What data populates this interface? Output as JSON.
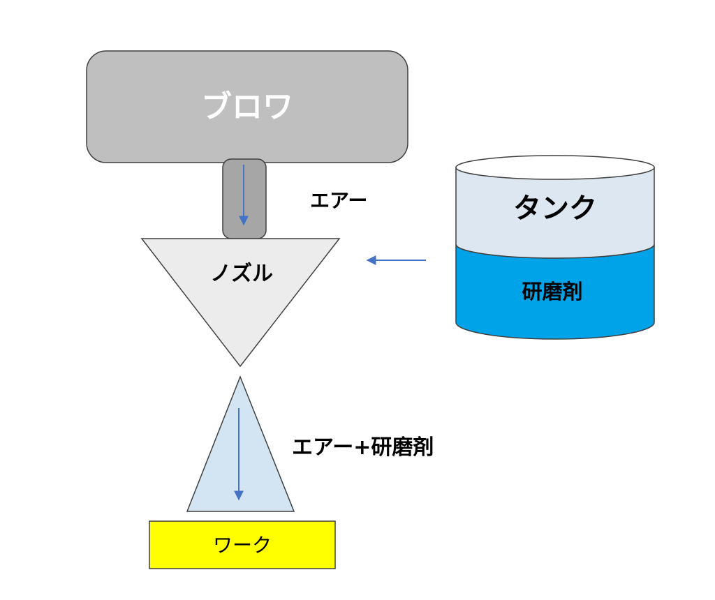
{
  "blower": {
    "label": "ブロワ"
  },
  "air_label": "エアー",
  "nozzle": {
    "label": "ノズル"
  },
  "tank": {
    "label": "タンク",
    "contents_label": "研磨剤"
  },
  "spray_label": "エアー+研磨剤",
  "work": {
    "label": "ワーク"
  },
  "colors": {
    "blower_fill": "#bfbfbf",
    "pipe_fill": "#a6a6a6",
    "nozzle_fill": "#ececec",
    "tank_top": "#dde7f2",
    "tank_liquid": "#00a2e8",
    "spray_fill": "#d3e4f2",
    "work_fill": "#ffff00",
    "arrow": "#4472c4"
  }
}
